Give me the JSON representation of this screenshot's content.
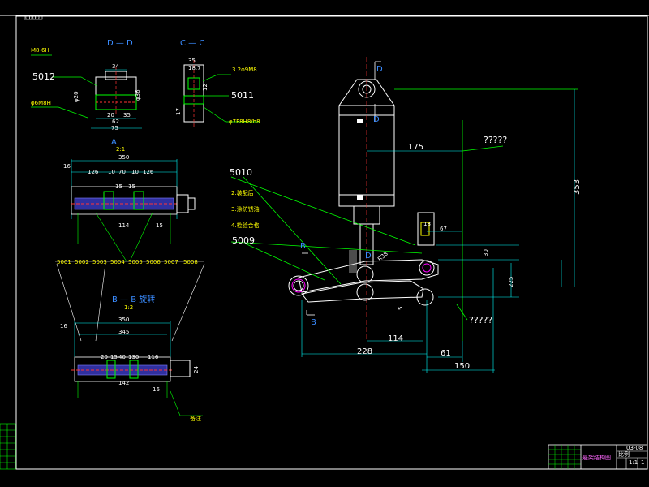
{
  "drawing": {
    "corner_tag": "0000",
    "title_block_name": "悬架结构图",
    "title_block_code": "03-08",
    "title_block_scale": "1:1",
    "title_block_sheet": "1",
    "title_block_note": "比例"
  },
  "sections": {
    "dd": "D — D",
    "cc": "C — C",
    "aa": "A",
    "aa_sub": "2:1",
    "bb": "B — B 旋转",
    "bb_sub": "1:2"
  },
  "part_labels": {
    "p5012": "5012",
    "p5011": "5011",
    "p5010": "5010",
    "p5009": "5009",
    "q1": "?????",
    "q2": "?????"
  },
  "dimensions": {
    "dd_34": "34",
    "dd_20": "20",
    "dd_35": "35",
    "dd_62": "62",
    "dd_75": "75",
    "dd_36": "φ36",
    "dd_phi": "φ20",
    "cc_35": "35",
    "cc_10": "18.7",
    "cc_12": "12",
    "cc_17": "17",
    "aa_350": "350",
    "aa_16": "16",
    "aa_126a": "126",
    "aa_10a": "10",
    "aa_70": "70",
    "aa_10b": "10",
    "aa_126b": "126",
    "aa_15a": "15",
    "aa_15b": "15",
    "aa_114": "114",
    "aa_15c": "15",
    "bb_350": "350",
    "bb_345": "345",
    "bb_16": "16",
    "bb_20": "20",
    "bb_15": "15",
    "bb_40": "40",
    "bb_130": "130",
    "bb_116": "116",
    "bb_142": "142",
    "bb_16b": "16",
    "bb_24": "24",
    "m_175": "175",
    "m_353": "353",
    "m_18": "18",
    "m_67": "67",
    "m_30": "30",
    "m_114": "114",
    "m_228": "228",
    "m_61": "61",
    "m_150": "150",
    "m_5": "5",
    "m_r38": "R38",
    "m_225": "225",
    "m_b": "B",
    "m_d": "D"
  },
  "notes": {
    "n1": "2.装配后",
    "n2": "3.涂防锈油",
    "n3": "4.检验合格",
    "leader_codes": [
      "5001",
      "5002",
      "5003",
      "5004",
      "5005",
      "5006",
      "5007",
      "5008"
    ],
    "ring_note": "备注"
  }
}
